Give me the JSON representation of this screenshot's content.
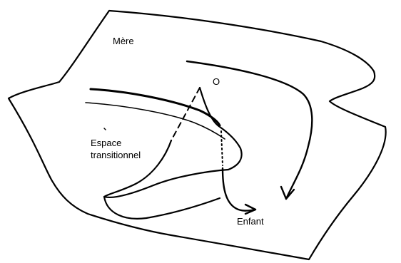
{
  "labels": {
    "mother": "Mère",
    "origin": "O",
    "transitional_space": [
      "Espace",
      "transitionnel"
    ],
    "child": "Enfant"
  },
  "colors": {
    "ink": "#000000",
    "background": "#ffffff"
  }
}
